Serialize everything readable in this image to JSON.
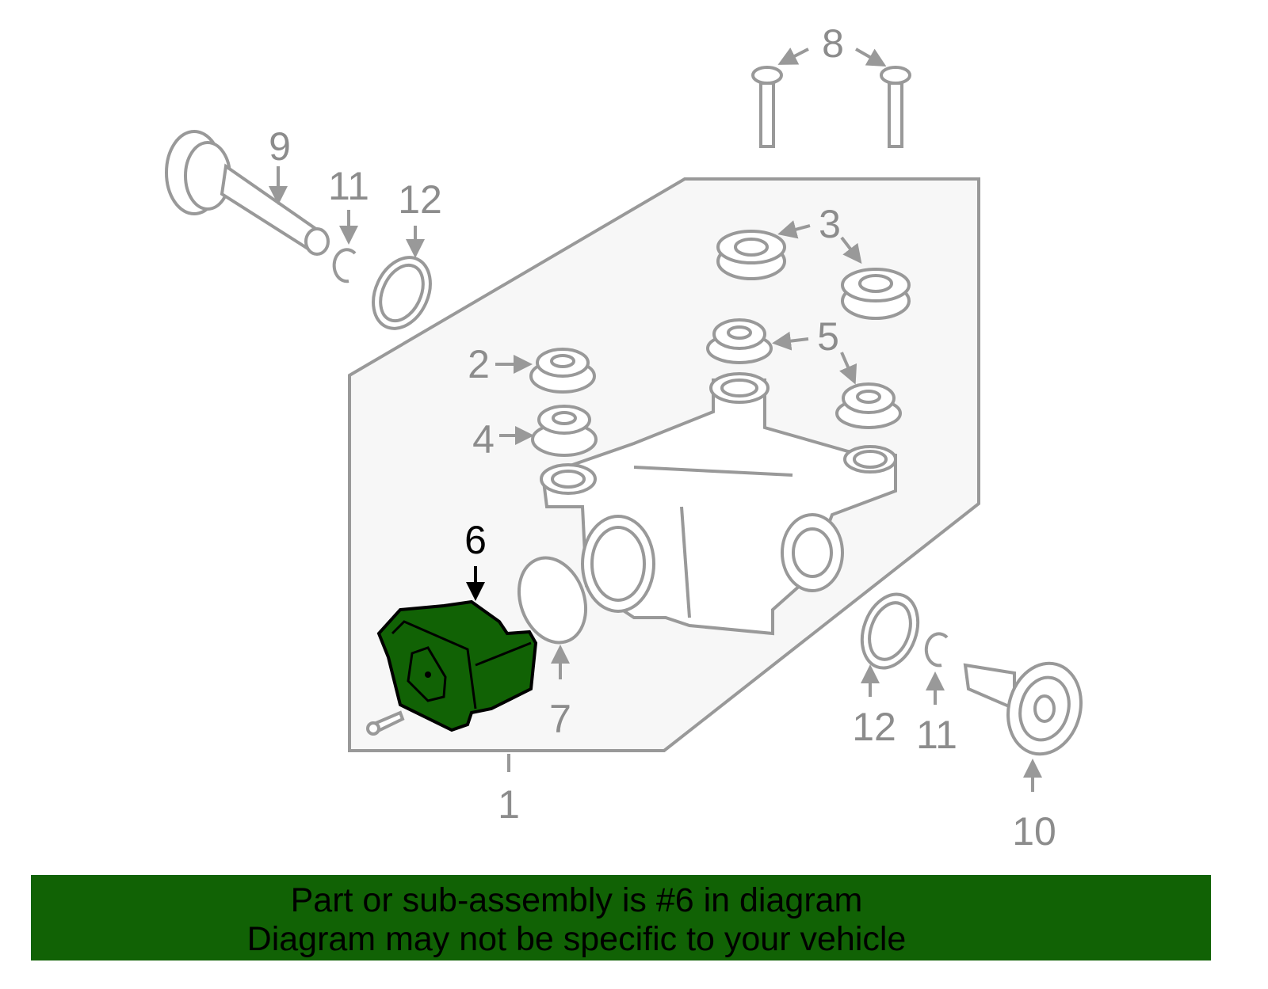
{
  "diagram": {
    "highlight_color": "#116205",
    "selected_part": "6",
    "callouts": {
      "c1": "1",
      "c2": "2",
      "c3": "3",
      "c4": "4",
      "c5": "5",
      "c6": "6",
      "c7": "7",
      "c8": "8",
      "c9": "9",
      "c10": "10",
      "c11a": "11",
      "c11b": "11",
      "c12a": "12",
      "c12b": "12"
    }
  },
  "banner": {
    "line1": "Part or sub-assembly is #6 in diagram",
    "line2": "Diagram may not be specific to your vehicle"
  }
}
